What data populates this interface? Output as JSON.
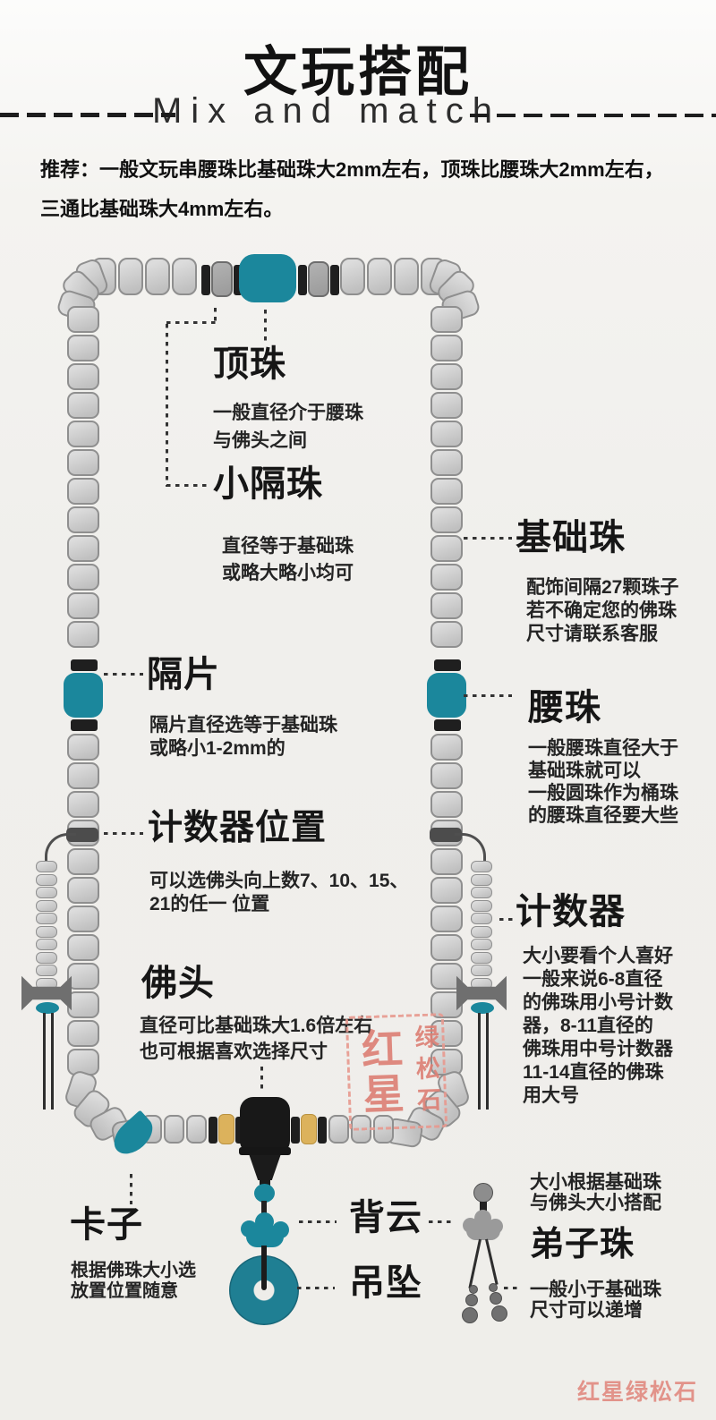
{
  "header": {
    "title": "文玩搭配",
    "subtitle": "Mix and match"
  },
  "intro": {
    "line1": "推荐：一般文玩串腰珠比基础珠大2mm左右，顶珠比腰珠大2mm左右，",
    "line2": "三通比基础珠大4mm左右。"
  },
  "sections": {
    "dingzhu": {
      "title": "顶珠",
      "desc": "一般直径介于腰珠\n与佛头之间"
    },
    "xiaogezhu": {
      "title": "小隔珠",
      "desc": "直径等于基础珠\n或略大略小均可"
    },
    "jichuzhu": {
      "title": "基础珠",
      "desc": "配饰间隔27颗珠子\n若不确定您的佛珠\n尺寸请联系客服"
    },
    "gepian": {
      "title": "隔片",
      "desc": "隔片直径选等于基础珠\n或略小1-2mm的"
    },
    "yaozhu": {
      "title": "腰珠",
      "desc": "一般腰珠直径大于\n基础珠就可以\n一般圆珠作为桶珠\n的腰珠直径要大些"
    },
    "jishuqi_weizhi": {
      "title": "计数器位置",
      "desc": "可以选佛头向上数7、10、15、\n21的任一 位置"
    },
    "jishuqi": {
      "title": "计数器",
      "desc": "大小要看个人喜好\n一般来说6-8直径\n的佛珠用小号计数\n器，8-11直径的\n佛珠用中号计数器\n11-14直径的佛珠\n用大号"
    },
    "fotou": {
      "title": "佛头",
      "desc": "直径可比基础珠大1.6倍左右\n也可根据喜欢选择尺寸"
    },
    "kazi": {
      "title": "卡子",
      "desc": "根据佛珠大小选\n放置位置随意"
    },
    "beiyun": {
      "title": "背云"
    },
    "diaozhui": {
      "title": "吊坠"
    },
    "dizizhu": {
      "title": "弟子珠",
      "desc_top": "大小根据基础珠\n与佛头大小搭配",
      "desc_bottom": "一般小于基础珠\n尺寸可以递增"
    }
  },
  "watermark": {
    "stamp_big": "红星",
    "stamp_small": "绿松石",
    "footer": "红星绿松石"
  },
  "colors": {
    "teal": "#1b879c",
    "yellow": "#dcb25c",
    "bead_gray": "#c9c9c9",
    "black": "#1f1f1f",
    "stamp_pink": "#dd7f74",
    "background": "#f0efec"
  }
}
